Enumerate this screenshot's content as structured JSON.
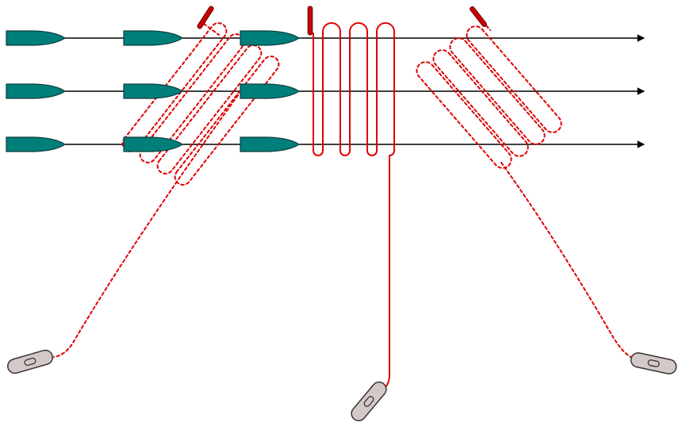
{
  "diagram": {
    "colors": {
      "background": "#ffffff",
      "track": "#000000",
      "buoy_fill": "#007e7a",
      "buoy_stroke": "#0c3f3e",
      "line_red": "#e00000",
      "marker_fill": "#cc0000",
      "marker_stroke": "#5a0000",
      "anchor_fill": "#d3c9c9",
      "anchor_stroke": "#3a3333"
    },
    "tracks": {
      "count": 3,
      "buoys_per_track": 3,
      "arrowheads": true
    },
    "lines": [
      {
        "name": "left-diagonal-line",
        "style": "dashed"
      },
      {
        "name": "center-serpentine-line",
        "style": "solid"
      },
      {
        "name": "right-diagonal-line",
        "style": "dashed"
      }
    ],
    "markers": {
      "count": 3
    },
    "anchors": {
      "count": 3
    }
  }
}
